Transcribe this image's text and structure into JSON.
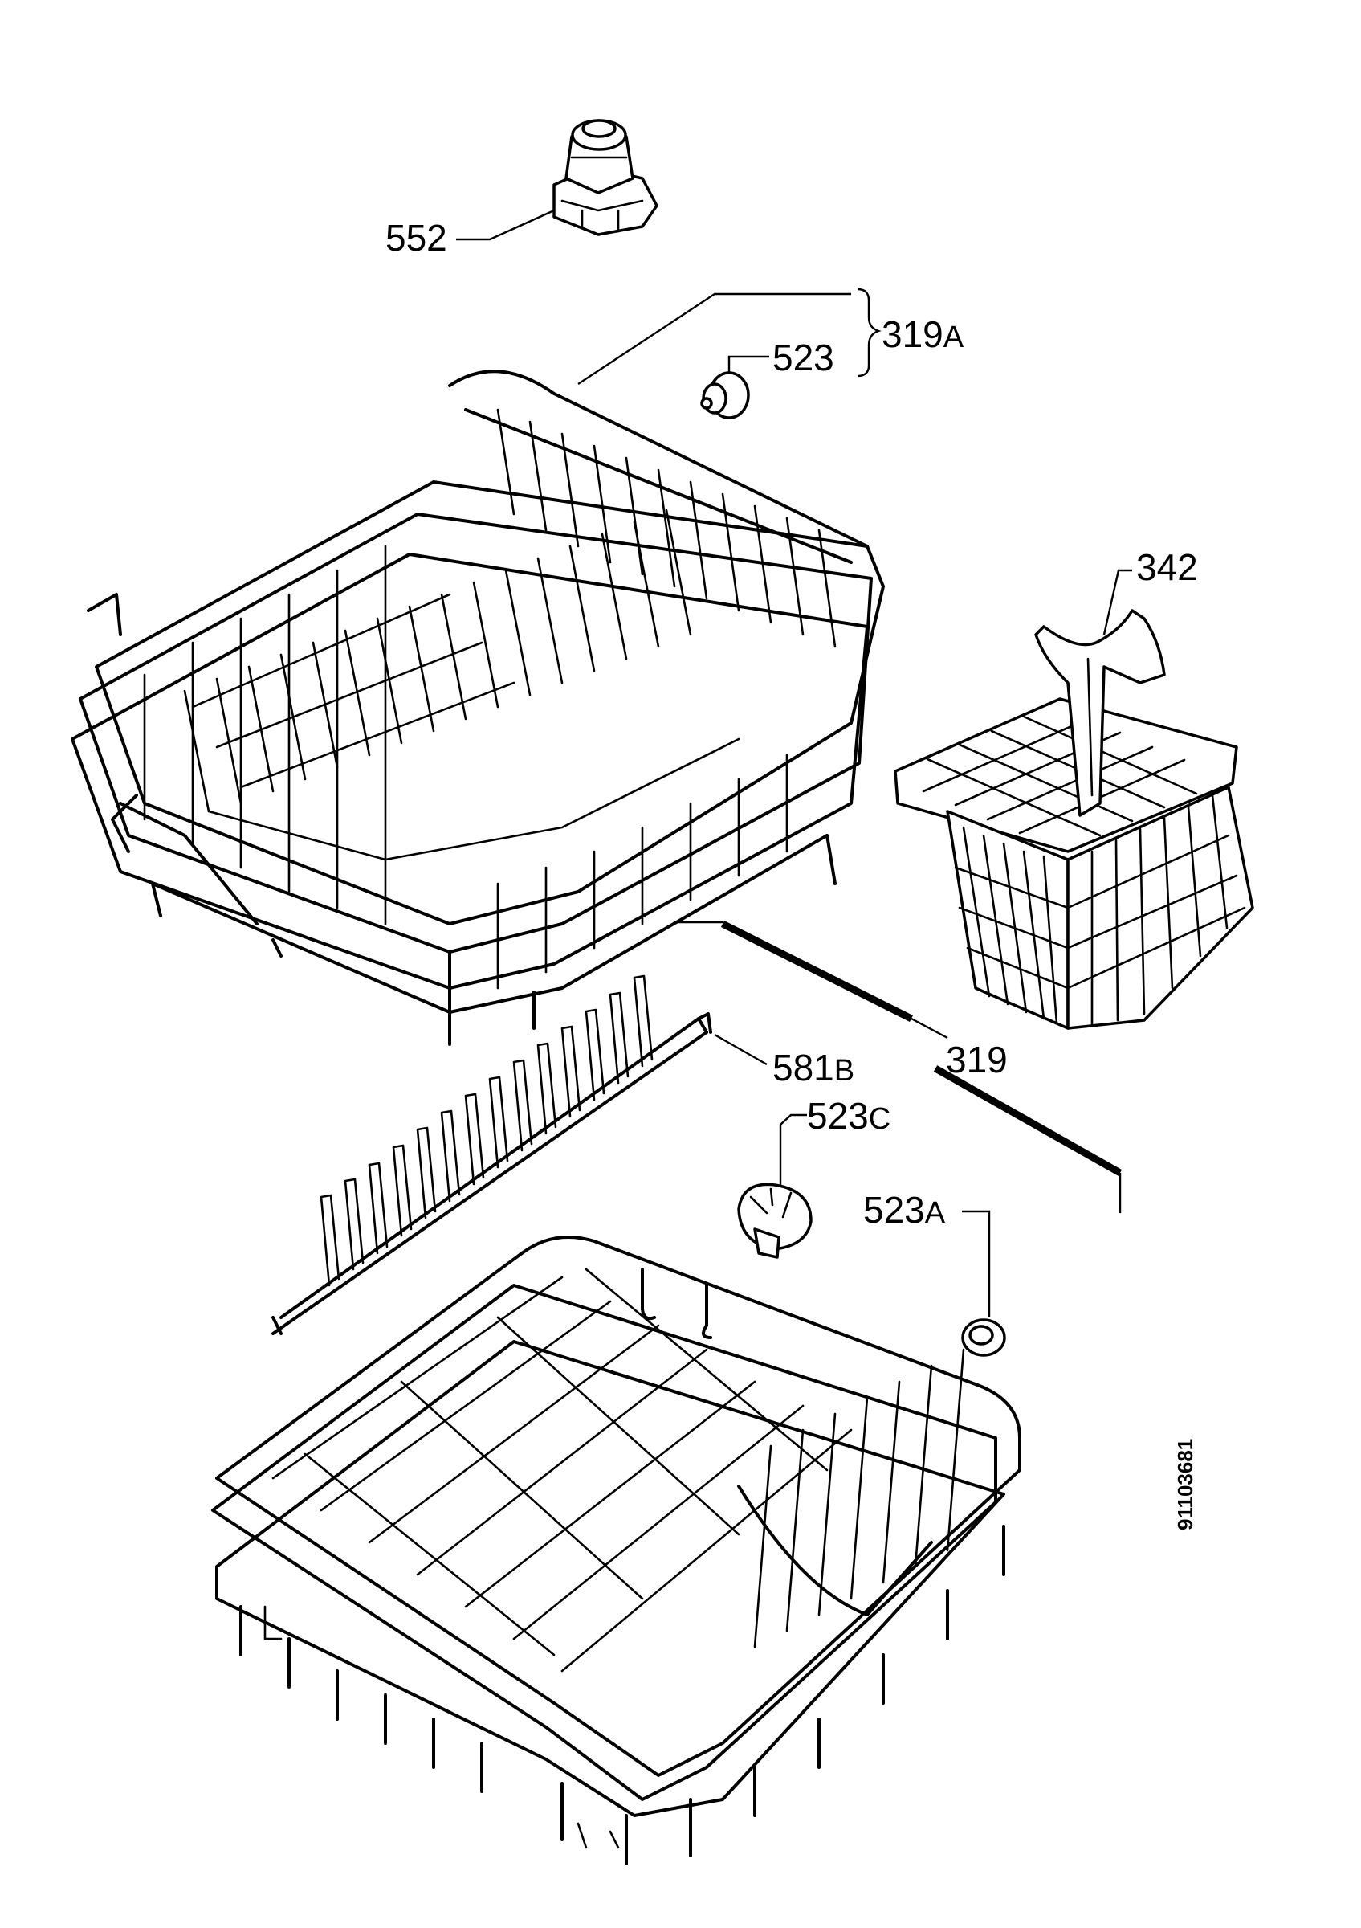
{
  "labels": {
    "l552": "552",
    "l319A_num": "319",
    "l319A_sfx": "A",
    "l523": "523",
    "l342": "342",
    "l581B_num": "581",
    "l581B_sfx": "B",
    "l319": "319",
    "l523C_num": "523",
    "l523C_sfx": "C",
    "l523A_num": "523",
    "l523A_sfx": "A"
  },
  "document_number": "91103681"
}
